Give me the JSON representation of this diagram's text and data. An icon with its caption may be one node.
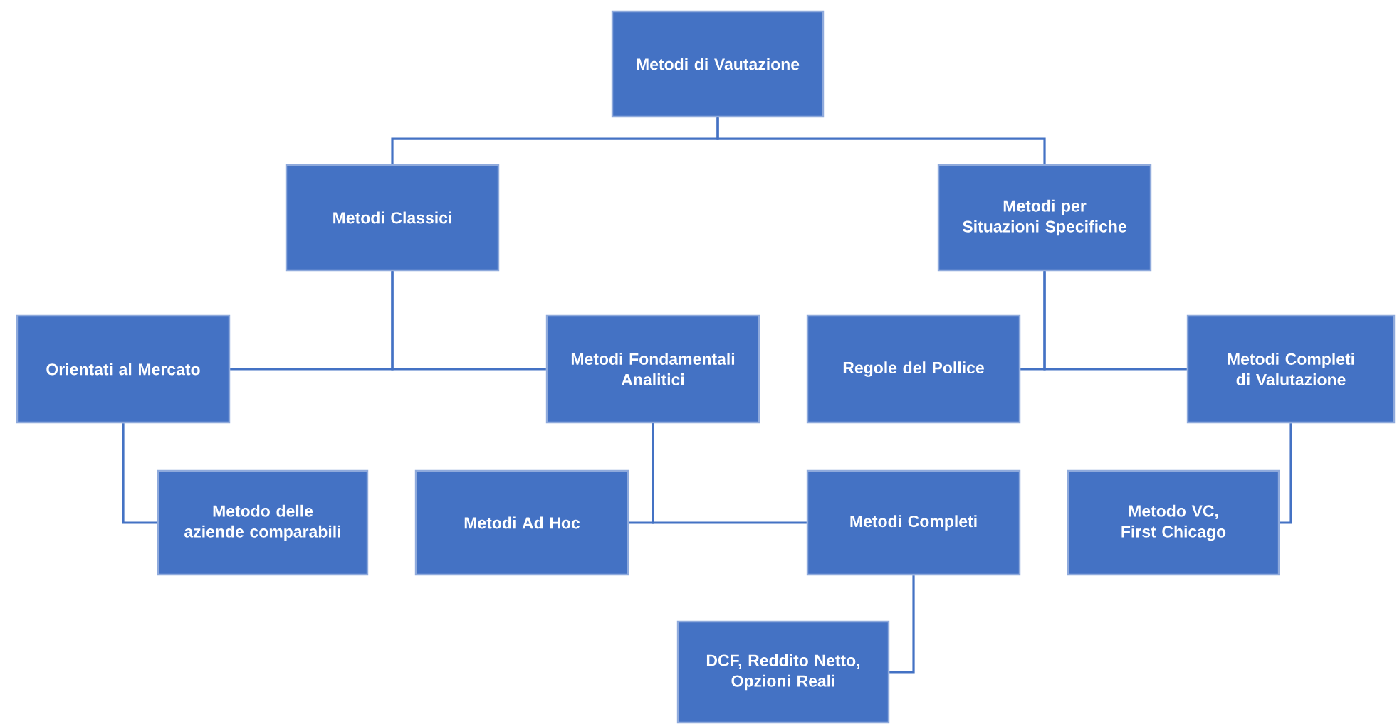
{
  "diagram": {
    "nodes": [
      {
        "text": [
          "Metodi di Vautazione"
        ]
      },
      {
        "text": [
          "Metodi Classici"
        ]
      },
      {
        "text": [
          "Metodi per Situazioni Specifiche"
        ]
      },
      {
        "text": [
          "Orientati al Mercato"
        ]
      },
      {
        "text": [
          "Metodi Fondamentali Analitici"
        ]
      },
      {
        "text": [
          "Regole del Pollice"
        ]
      },
      {
        "text": [
          "Metodi Completi di Valutazione"
        ]
      },
      {
        "text": [
          "Metodo delle aziende comparabili"
        ]
      },
      {
        "text": [
          "Metodi Ad Hoc"
        ]
      },
      {
        "text": [
          "Metodi Completi"
        ]
      },
      {
        "text": [
          "Metodo VC, First Chicago"
        ]
      },
      {
        "text": [
          "DCF, Reddito Netto, Opzioni Reali"
        ]
      }
    ],
    "edges": [
      {
        "from": 0,
        "to": 1,
        "arrow": "none"
      },
      {
        "from": 0,
        "to": 2,
        "arrow": "none"
      },
      {
        "from": 1,
        "to": 3,
        "arrow": "none"
      },
      {
        "from": 1,
        "to": 4,
        "arrow": "none"
      },
      {
        "from": 2,
        "to": 5,
        "arrow": "none"
      },
      {
        "from": 2,
        "to": 6,
        "arrow": "none"
      },
      {
        "from": 3,
        "to": 7,
        "arrow": "none"
      },
      {
        "from": 4,
        "to": 8,
        "arrow": "none"
      },
      {
        "from": 4,
        "to": 9,
        "arrow": "none"
      },
      {
        "from": 6,
        "to": 10,
        "arrow": "none"
      },
      {
        "from": 9,
        "to": 11,
        "arrow": "none"
      }
    ]
  }
}
